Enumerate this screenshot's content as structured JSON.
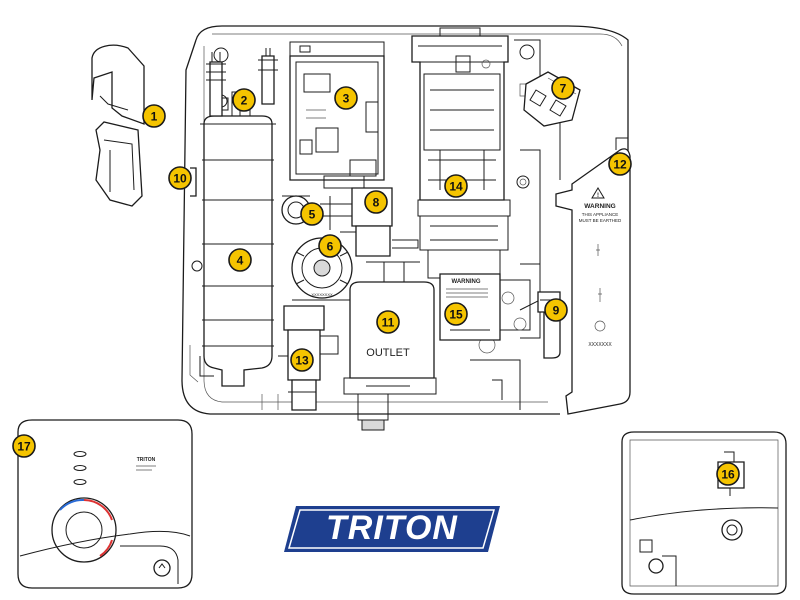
{
  "brand": {
    "logo_text": "TRITON",
    "logo_color": "#1e3f8f",
    "logo_bg": "#ffffff"
  },
  "main_unit": {
    "outlet_label": "OUTLET",
    "warning_label": "WARNING"
  },
  "cover_panel": {
    "warning_title": "WARNING",
    "warning_lines": [
      "THIS APPLIANCE",
      "MUST BE EARTHED"
    ],
    "code": "XXXXXXX"
  },
  "front_panel": {
    "brand_small": "TRITON"
  },
  "callouts": [
    "1",
    "2",
    "3",
    "4",
    "5",
    "6",
    "7",
    "8",
    "9",
    "10",
    "11",
    "12",
    "13",
    "14",
    "15",
    "16",
    "17"
  ],
  "callout_color": "#f5c400"
}
